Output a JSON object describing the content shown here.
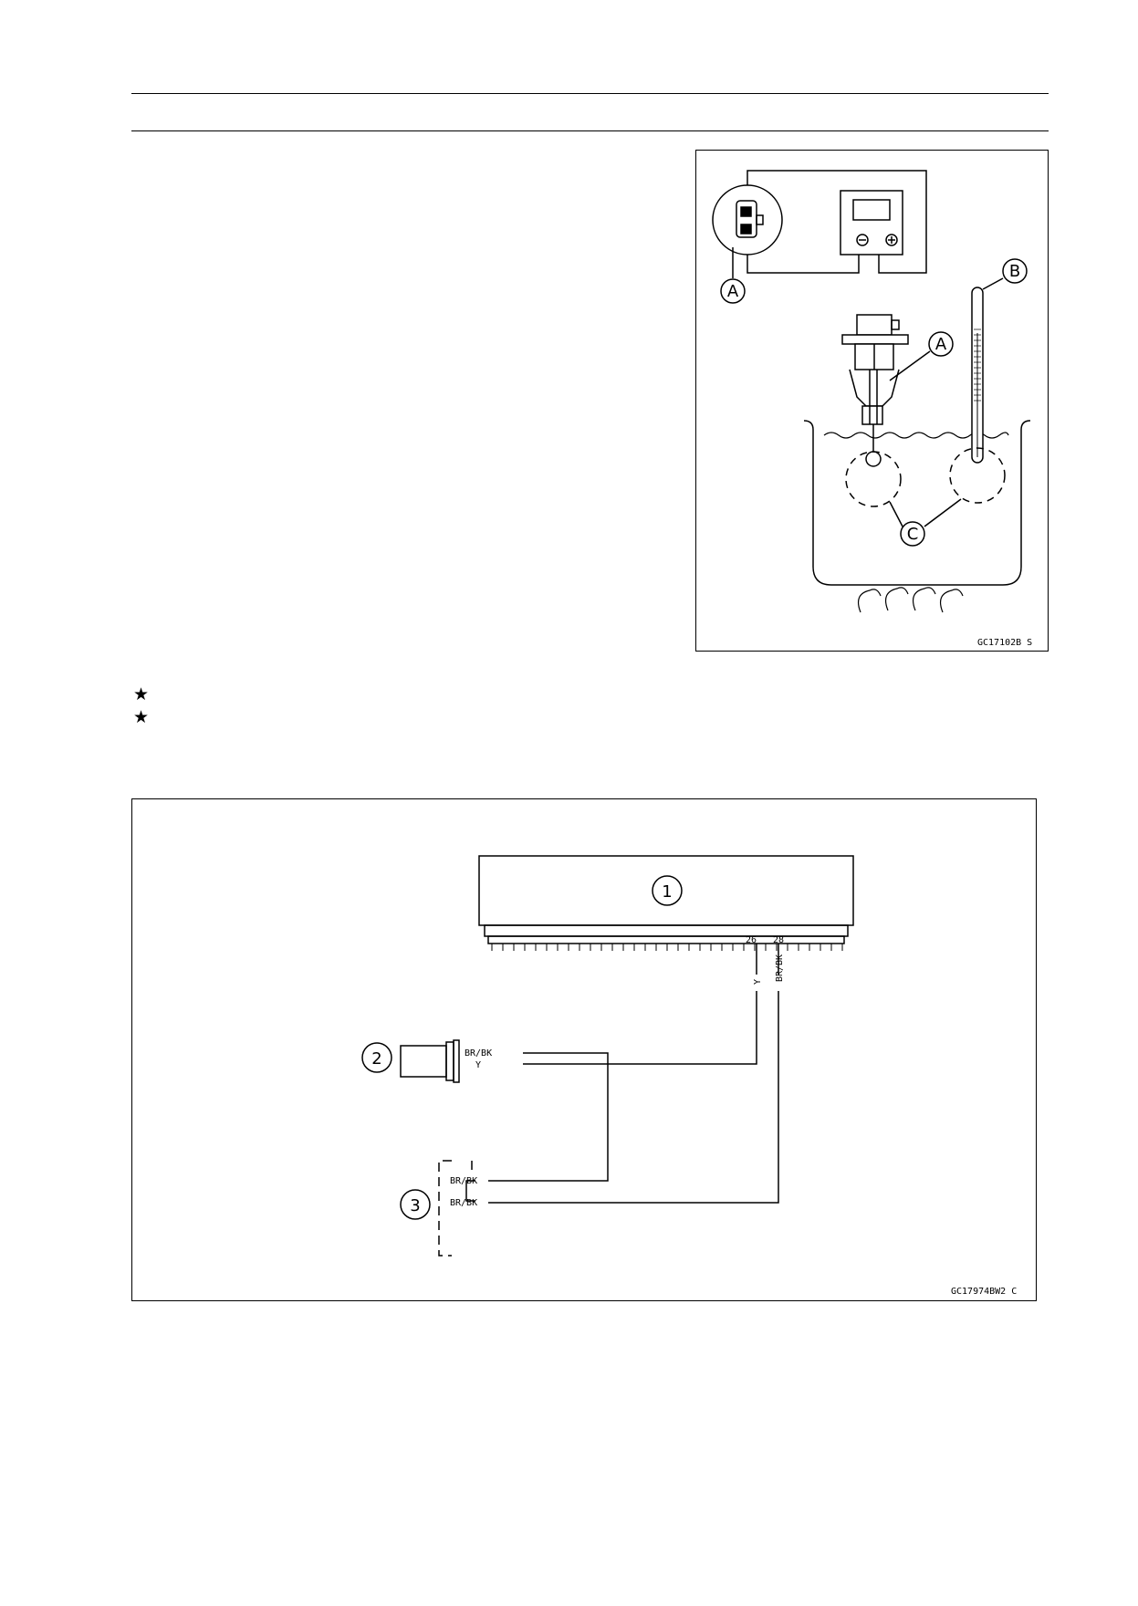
{
  "figure1": {
    "code": "GC17102B  S",
    "callouts": [
      "A",
      "A",
      "B",
      "C"
    ]
  },
  "bullets": [
    "★",
    "★"
  ],
  "figure2": {
    "code": "GC17974BW2  C",
    "callouts": [
      "1",
      "2",
      "3"
    ],
    "pins": [
      "26",
      "28"
    ],
    "wire_colors": {
      "pin26": "Y",
      "pin28": "BR/BK",
      "sensor_top": "BR/BK",
      "sensor_bottom": "Y",
      "conn_top": "BR/BK",
      "conn_bottom": "BR/BK"
    }
  }
}
